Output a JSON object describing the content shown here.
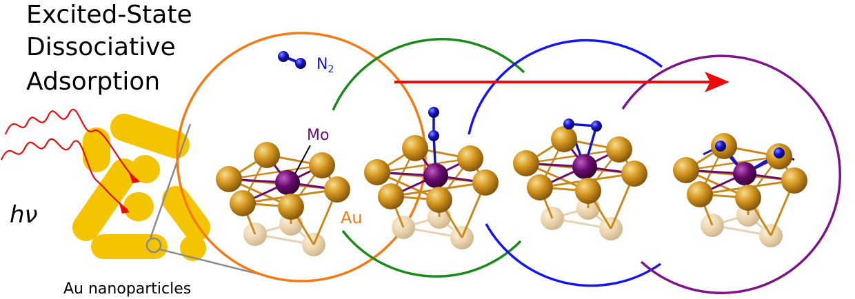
{
  "title_lines": [
    "Excited-State",
    "Dissociative",
    "Adsorption"
  ],
  "light_symbol": "hν",
  "nanoparticles_label": "Au nanoparticles",
  "molecule": {
    "symbol": "N",
    "subscript": "2"
  },
  "labels": {
    "dopant": "Mo",
    "substrate": "Au"
  },
  "colors": {
    "gold_rod": "#f5c400",
    "gold_atom": "#c9891a",
    "gold_atom_pale": "#ecd6b0",
    "mo_atom": "#6a0c6e",
    "nitrogen": "#1515c8",
    "photon": "#e80e0e",
    "arrow": "#ee0a0a",
    "circle_1": "#f57a14",
    "circle_2": "#1a8a1a",
    "circle_3": "#1414f0",
    "circle_4": "#7e1488",
    "au_label": "#f57a14",
    "mo_label": "#6a0c6e",
    "n2_label": "#1515c8"
  },
  "stages": [
    {
      "n2_state": "gas-phase"
    },
    {
      "n2_state": "end-on"
    },
    {
      "n2_state": "side-on"
    },
    {
      "n2_state": "dissociated"
    }
  ]
}
